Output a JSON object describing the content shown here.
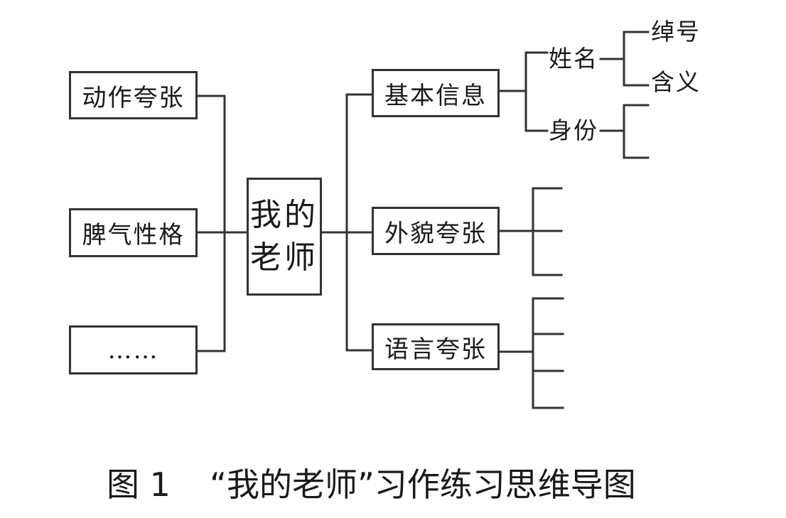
{
  "diagram": {
    "center": {
      "line1": "我的",
      "line2": "老师"
    },
    "left_items": [
      "动作夸张",
      "脾气性格",
      "……"
    ],
    "right_items": [
      "基本信息",
      "外貌夸张",
      "语言夸张"
    ],
    "basic_info_children": [
      "姓名",
      "身份"
    ],
    "name_children": [
      "绰号",
      "含义"
    ]
  },
  "caption": {
    "figure_label": "图 1",
    "title": "“我的老师”习作练习思维导图"
  }
}
